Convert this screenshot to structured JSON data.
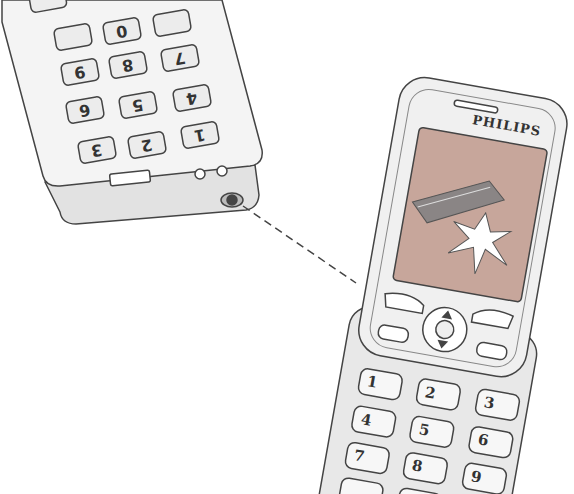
{
  "diagram": {
    "labels": [
      "PHILIPS",
      "1",
      "2",
      "3",
      "4",
      "5",
      "6",
      "7",
      "8",
      "9",
      "0",
      "1",
      "2",
      "3",
      "4",
      "5",
      "6",
      "7",
      "8",
      "9"
    ]
  }
}
